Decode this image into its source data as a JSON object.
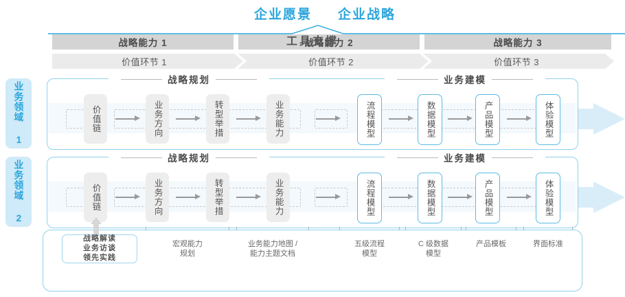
{
  "header": {
    "vision": "企业愿景",
    "strategy": "企业战略"
  },
  "capabilities": [
    {
      "label": "战略能力 1"
    },
    {
      "label": "战略能力 2"
    },
    {
      "label": "战略能力 3"
    }
  ],
  "value_chains": [
    {
      "label": "价值环节 1"
    },
    {
      "label": "价值环节 2"
    },
    {
      "label": "价值环节 3"
    }
  ],
  "domains": [
    {
      "label": "业务领域 1"
    },
    {
      "label": "业务领域 2"
    }
  ],
  "sections": {
    "planning": "战略规划",
    "modeling": "业务建模"
  },
  "nodes": {
    "planning": [
      {
        "label": "价值链",
        "style": "gray"
      },
      {
        "label": "业务方向",
        "style": "gray"
      },
      {
        "label": "转型举措",
        "style": "gray"
      },
      {
        "label": "业务能力",
        "style": "gray"
      }
    ],
    "modeling": [
      {
        "label": "流程模型",
        "style": "blue"
      },
      {
        "label": "数据模型",
        "style": "blue"
      },
      {
        "label": "产品模型",
        "style": "blue"
      },
      {
        "label": "体验模型",
        "style": "blue"
      }
    ]
  },
  "tools": {
    "title": "工具支撑",
    "box1": [
      "战略解读",
      "业务访谈",
      "领先实践"
    ],
    "labels": [
      {
        "lines": [
          "宏观能力",
          "规划"
        ]
      },
      {
        "lines": [
          "业务能力地图 /",
          "能力主题文档"
        ]
      },
      {
        "lines": [
          "五级流程",
          "模型"
        ]
      },
      {
        "lines": [
          "C 级数据",
          "模型"
        ]
      },
      {
        "lines": [
          "产品模板"
        ]
      },
      {
        "lines": [
          "界面标准"
        ]
      }
    ]
  },
  "colors": {
    "accent": "#2ba6dd",
    "panel_border": "#8fd0ec",
    "band": "#f3f9fd",
    "cap_bar": "#d4d4d4",
    "vc_bar": "#ebebeb",
    "node_gray": "#ededed",
    "node_blue_border": "#5bbbe4",
    "big_arrow": "#d9edf8"
  }
}
